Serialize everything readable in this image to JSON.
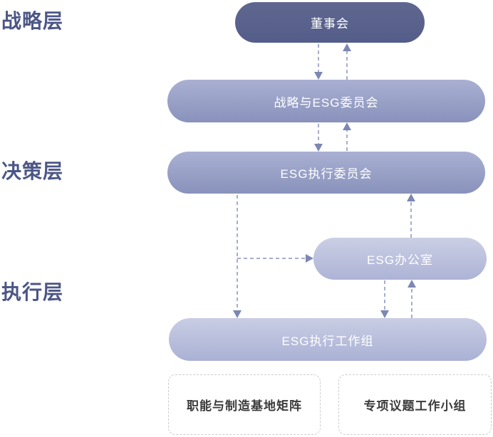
{
  "layer_labels": {
    "strategic": "战略层",
    "decision": "决策层",
    "execution": "执行层"
  },
  "nodes": {
    "board": "董事会",
    "strategy_esg_committee": "战略与ESG委员会",
    "esg_exec_committee": "ESG执行委员会",
    "esg_office": "ESG办公室",
    "esg_working_group": "ESG执行工作组",
    "function_matrix": "职能与制造基地矩阵",
    "special_topic_group": "专项议题工作小组"
  },
  "colors": {
    "board_pill_top": "#5f6790",
    "board_pill_bottom": "#545d89",
    "committee_pill_top": "#a9b0d3",
    "committee_pill_bottom": "#8992bb",
    "light_pill_top": "#cbcfe5",
    "light_pill_bottom": "#adb3d5",
    "connector_line": "#8a93bb",
    "arrow_head": "#7d87b3",
    "layer_label_text": "#4c5686",
    "dashed_box_border": "#cccccc",
    "dashed_box_text": "#3b3b3b",
    "pill_text": "#ffffff"
  }
}
